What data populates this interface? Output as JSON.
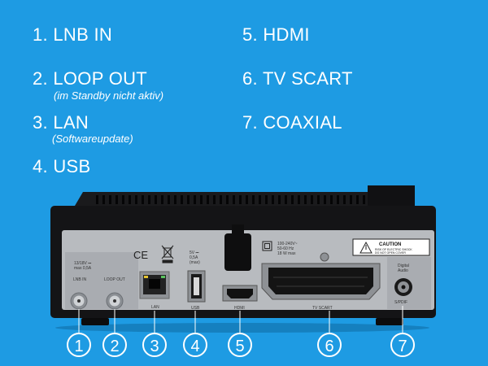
{
  "labels": {
    "item1": "1. LNB IN",
    "item2": "2. LOOP OUT",
    "item2_note": "(im Standby nicht aktiv)",
    "item3": "3. LAN",
    "item3_note": "(Softwareupdate)",
    "item4": "4. USB",
    "item5": "5. HDMI",
    "item6": "6. TV SCART",
    "item7": "7. COAXIAL"
  },
  "device": {
    "lnb_spec_1": "13/18V ⎓",
    "lnb_spec_2": "max 0,5A",
    "lnb_in": "LNB IN",
    "loop_out": "LOOP OUT",
    "lan": "LAN",
    "usb_spec_1": "5V ⎓",
    "usb_spec_2": "0,5A",
    "usb_spec_3": "(max)",
    "usb": "USB",
    "hdmi": "HDMI",
    "power_1": "100-240V~",
    "power_2": "50-60 Hz",
    "power_3": "18 W max",
    "caution": "CAUTION",
    "caution_1": "RISK OF ELECTRIC SHOCK",
    "caution_2": "DO NOT OPEN COVER",
    "scart": "TV SCART",
    "digital": "Digital",
    "audio": "Audio",
    "spdif": "S/PDIF",
    "ce": "CE"
  },
  "badges": [
    "1",
    "2",
    "3",
    "4",
    "5",
    "6",
    "7"
  ],
  "colors": {
    "background": "#1E9BE3",
    "text": "#FFFFFF",
    "device": "#141416",
    "panel": "#B8BBBF"
  }
}
